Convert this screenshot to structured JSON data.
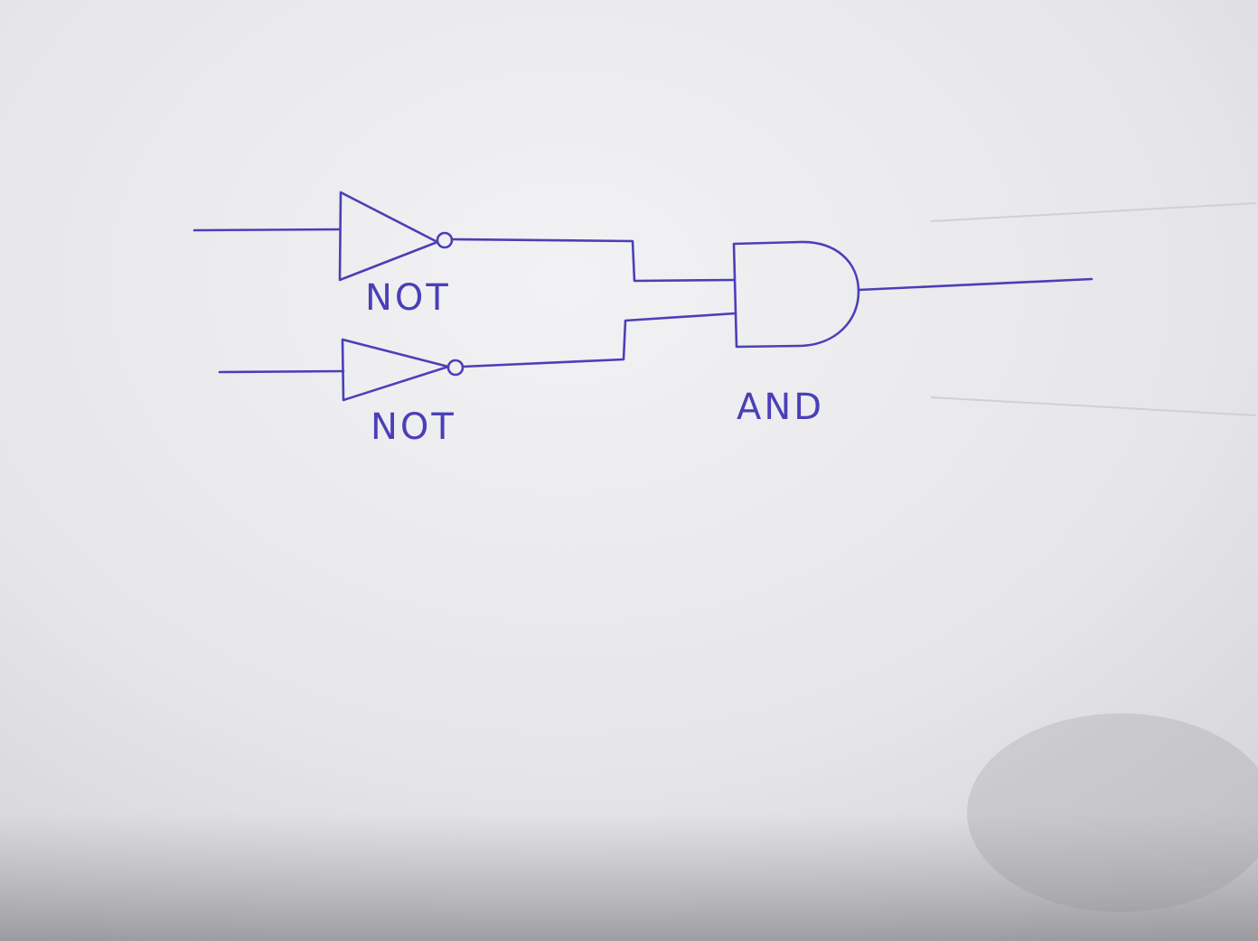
{
  "diagram": {
    "type": "logic-circuit",
    "gates": [
      {
        "id": "not-1",
        "kind": "NOT",
        "label": "NOT"
      },
      {
        "id": "not-2",
        "kind": "NOT",
        "label": "NOT"
      },
      {
        "id": "and-1",
        "kind": "AND",
        "label": "AND"
      }
    ],
    "connections": [
      {
        "from": "input-1",
        "to": "not-1"
      },
      {
        "from": "input-2",
        "to": "not-2"
      },
      {
        "from": "not-1",
        "to": "and-1"
      },
      {
        "from": "not-2",
        "to": "and-1"
      },
      {
        "from": "and-1",
        "to": "output"
      }
    ]
  },
  "style": {
    "ink_color": "#4b3fb8",
    "paper_color": "#ececee"
  }
}
